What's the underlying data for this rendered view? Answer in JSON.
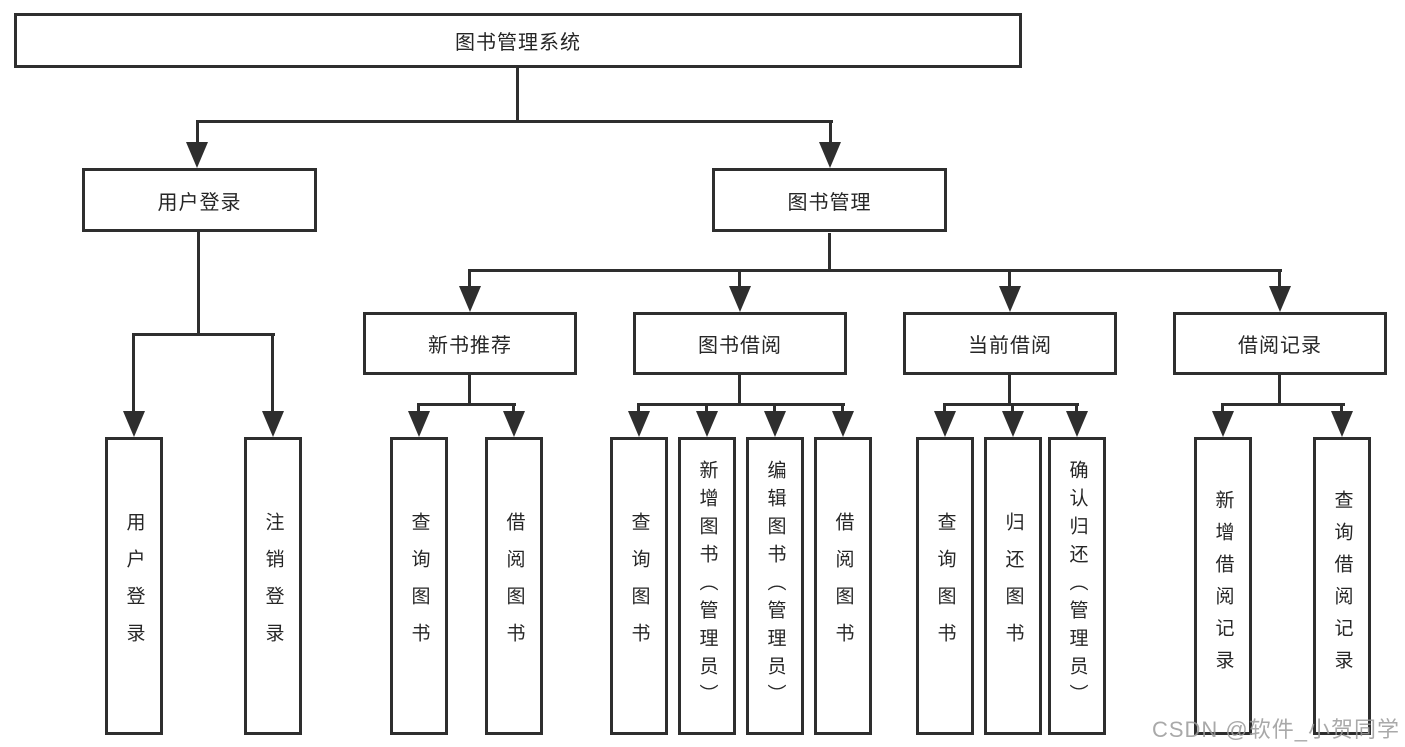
{
  "diagram": {
    "root": "图书管理系统",
    "branches": {
      "user_login": {
        "label": "用户登录",
        "children": [
          "用户登录",
          "注销登录"
        ]
      },
      "book_mgmt": {
        "label": "图书管理"
      }
    },
    "modules": [
      {
        "label": "新书推荐",
        "children": [
          "查询图书",
          "借阅图书"
        ]
      },
      {
        "label": "图书借阅",
        "children": [
          "查询图书",
          "新增图书（管理员）",
          "编辑图书（管理员）",
          "借阅图书"
        ]
      },
      {
        "label": "当前借阅",
        "children": [
          "查询图书",
          "归还图书",
          "确认归还（管理员）"
        ]
      },
      {
        "label": "借阅记录",
        "children": [
          "新增借阅记录",
          "查询借阅记录"
        ]
      }
    ]
  },
  "watermark": "CSDN @软件_小贺同学",
  "colors": {
    "line": "#2e2e2e",
    "text": "#262626",
    "background": "#ffffff",
    "watermark": "#9a9a9a"
  }
}
